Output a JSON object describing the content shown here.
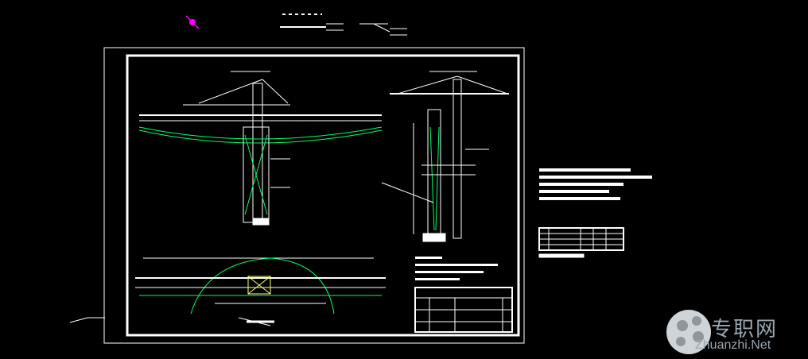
{
  "app": {
    "title": "CAD drawing — tower crane layout"
  },
  "palette": {
    "background": "#000000",
    "frame": "#ffffff",
    "steel": "#ffffff",
    "hatch": "#00ff66",
    "accent": "#ff00ff"
  },
  "drawing": {
    "title": "",
    "view_labels": []
  },
  "watermark": {
    "text_cn": "专职网",
    "text_en": "Zhuanzhi.Net"
  }
}
